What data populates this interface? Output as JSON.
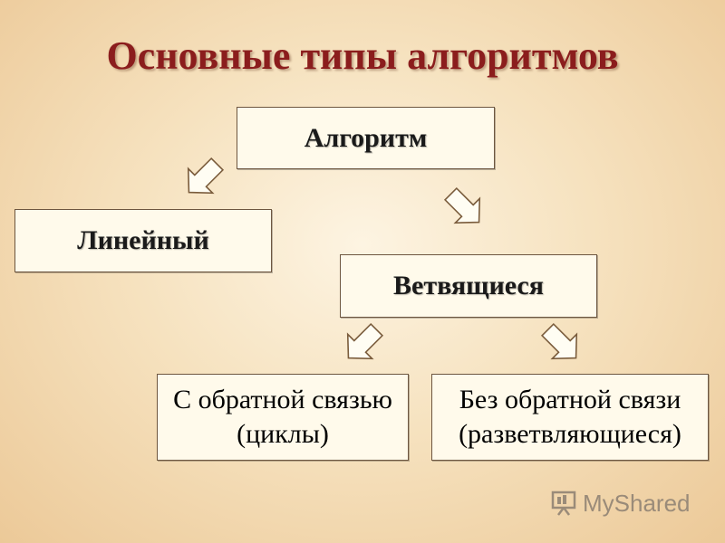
{
  "title": "Основные типы алгоритмов",
  "nodes": {
    "algorithm": "Алгоритм",
    "linear": "Линейный",
    "branching": "Ветвящиеся",
    "with_feedback_line1": "С обратной связью",
    "with_feedback_line2": "(циклы)",
    "without_feedback_line1": "Без обратной связи",
    "without_feedback_line2": "(разветвляющиеся)"
  },
  "watermark": {
    "text": "MyShared",
    "icon": "presentation-icon"
  },
  "colors": {
    "title": "#8b1d1d",
    "box_fill": "#fffaeb",
    "arrow_fill": "#fffdf3",
    "arrow_stroke": "#7a5c3c"
  }
}
